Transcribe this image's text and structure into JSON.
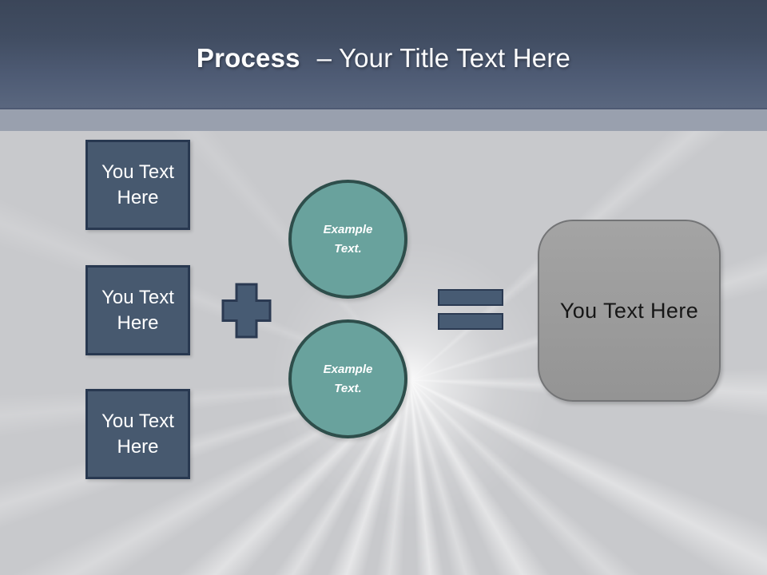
{
  "header": {
    "title_bold": "Process",
    "title_rest": "– Your Title Text Here"
  },
  "inputs": {
    "items": [
      {
        "label": "You Text Here"
      },
      {
        "label": "You Text Here"
      },
      {
        "label": "You Text Here"
      }
    ]
  },
  "circles": {
    "items": [
      {
        "label": "Example Text."
      },
      {
        "label": "Example Text."
      }
    ]
  },
  "result": {
    "label": "You Text Here"
  },
  "icons": {
    "plus": "+",
    "equals": "="
  },
  "colors": {
    "header_top": "#3b4659",
    "header_bottom": "#5a677f",
    "accent_band": "#99a0ae",
    "body_background": "#c8c9cc",
    "box_fill": "#47596f",
    "box_border": "#283850",
    "operator_fill": "#475b73",
    "operator_border": "#2b3a52",
    "circle_fill": "#69a29d",
    "circle_border": "#2e4e4b",
    "result_fill": "#9b9b9b",
    "result_border": "#737476",
    "ray_color": "#ffffff"
  }
}
